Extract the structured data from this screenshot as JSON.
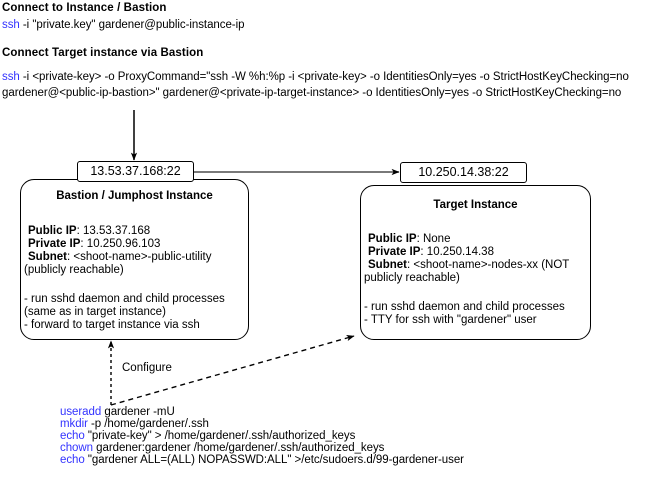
{
  "top_section": {
    "heading1": "Connect to Instance / Bastion",
    "cmd1_kw": "ssh",
    "cmd1_rest": " -i \"private.key\" gardener@public-instance-ip",
    "heading2": "Connect Target instance via Bastion",
    "cmd2_kw": "ssh",
    "cmd2_line1_rest": "  -i <private-key> -o ProxyCommand=\"ssh -W %h:%p -i <private-key> -o IdentitiesOnly=yes -o StrictHostKeyChecking=no",
    "cmd2_line2": "gardener@<public-ip-bastion>\" gardener@<private-ip-target-instance> -o IdentitiesOnly=yes -o StrictHostKeyChecking=no"
  },
  "bastion": {
    "endpoint_label": "13.53.37.168:22",
    "title": "Bastion / Jumphost Instance",
    "fields": [
      {
        "key": "Public IP",
        "value": ": 13.53.37.168"
      },
      {
        "key": "Private IP",
        "value": ": 10.250.96.103"
      },
      {
        "key": "Subnet",
        "value": ": <shoot-name>-public-utility"
      }
    ],
    "note": "(publicly reachable)",
    "bullets": [
      "- run sshd daemon and child processes",
      "(same as in target instance)",
      "- forward to target instance via ssh"
    ]
  },
  "target": {
    "endpoint_label": "10.250.14.38:22",
    "title": "Target Instance",
    "fields": [
      {
        "key": "Public IP",
        "value": ": None"
      },
      {
        "key": "Private IP",
        "value": ": 10.250.14.38"
      },
      {
        "key": "Subnet",
        "value": ": <shoot-name>-nodes-xx (NOT"
      }
    ],
    "note": "publicly reachable)",
    "bullets": [
      "- run sshd daemon and child processes",
      "- TTY for ssh with \"gardener\" user"
    ]
  },
  "configure": {
    "label": "Configure",
    "commands": [
      {
        "kw": "useradd",
        "rest": " gardener -mU"
      },
      {
        "kw": "mkdir",
        "rest": " -p /home/gardener/.ssh"
      },
      {
        "kw": "echo",
        "rest": " \"private-key\" > /home/gardener/.ssh/authorized_keys"
      },
      {
        "kw": "chown",
        "rest": " gardener:gardener /home/gardener/.ssh/authorized_keys"
      },
      {
        "kw": "echo",
        "rest": " \"gardener ALL=(ALL) NOPASSWD:ALL\" >/etc/sudoers.d/99-gardener-user"
      }
    ]
  },
  "colors": {
    "keyword": "#3333ff",
    "stroke": "#000000",
    "connector": "#4d4d4d"
  }
}
